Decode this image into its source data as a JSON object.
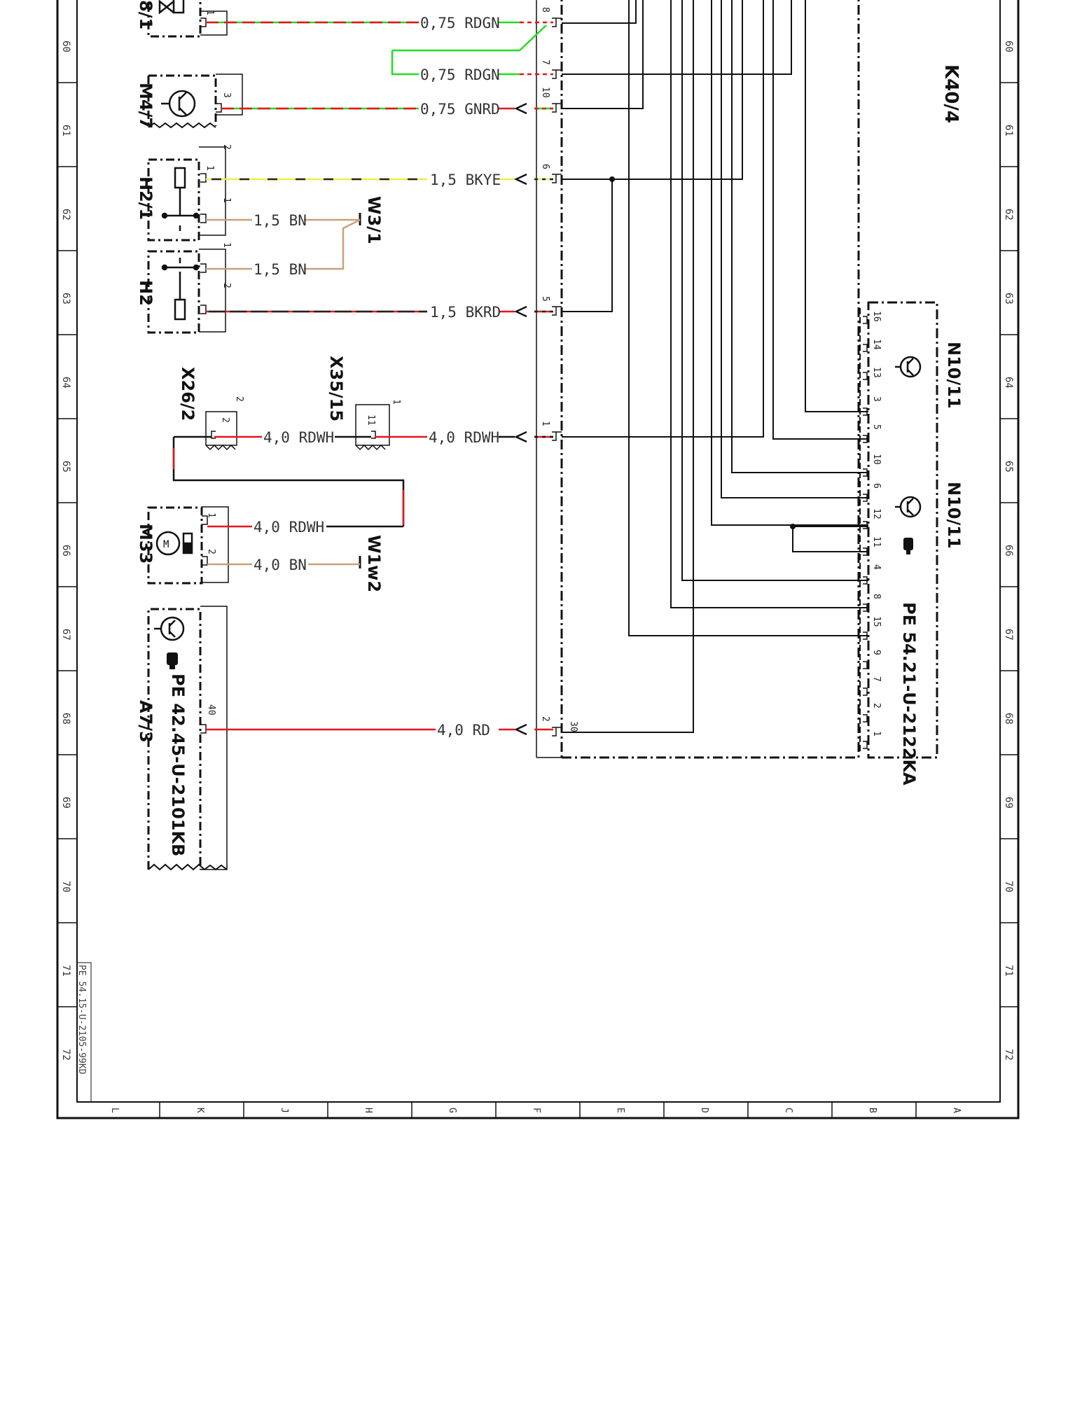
{
  "sheet": {
    "footer_reference": "PE 54.15-U-2105-99KD",
    "row_numbers": [
      "60",
      "61",
      "62",
      "63",
      "64",
      "65",
      "66",
      "67",
      "68",
      "69",
      "70",
      "71",
      "72"
    ],
    "column_letters": [
      "L",
      "K",
      "J",
      "H",
      "G",
      "F",
      "E",
      "D",
      "C",
      "B",
      "A"
    ]
  },
  "components": {
    "y8_1": "8/1",
    "m4_7": "M4/7",
    "h2_1": "H2/1",
    "h2": "H2",
    "w3_1": "W3/1",
    "x26_2": "X26/2",
    "x35_15": "X35/15",
    "m33": "M33",
    "w1w2": "W1w2",
    "a7_3": "A7/3",
    "a7_3_ref": "PE 42.45-U-2101KB",
    "k40_4": "K40/4",
    "n10_11_a": "N10/11",
    "n10_11_b": "N10/11",
    "n10_11_ref": "PE 54.21-U-2122KA"
  },
  "wires": {
    "w_y8_1": "0,75 RDGN",
    "w_pin7": "0,75 RDGN",
    "w_m4_7": "0,75 GNRD",
    "w_h2_1_top": "1,5 BKYE",
    "w_h2_1_bn": "1,5 BN",
    "w_h2_bn": "1,5 BN",
    "w_h2_bkrd": "1,5 BKRD",
    "w_x26_2": "4,0 RDWH",
    "w_x35_15": "4,0 RDWH",
    "w_m33_1": "4,0 RDWH",
    "w_m33_2": "4,0 BN",
    "w_a7_3": "4,0 RD"
  },
  "pins": {
    "y8_1_1": "1",
    "m4_7_3": "3",
    "h2_1_2": "2",
    "h2_1_1": "1",
    "h2_1": "1",
    "h2_2": "2",
    "x26_2_outer": "2",
    "x26_2_inner": "2",
    "x35_15_outer": "1",
    "x35_15_inner": "11",
    "m33_1": "1",
    "m33_2": "2",
    "a7_3_40": "40",
    "k40_8": "8",
    "k40_7": "7",
    "k40_10": "10",
    "k40_6": "6",
    "k40_5": "5",
    "k40_1": "1",
    "k40_2": "2",
    "k40_30": "30",
    "n10": [
      "16",
      "14",
      "13",
      "3",
      "5",
      "10",
      "6",
      "12",
      "11",
      "4",
      "8",
      "15",
      "9",
      "7",
      "2",
      "1"
    ]
  },
  "colors": {
    "red": "#e8141a",
    "green": "#22dd22",
    "yellow": "#f0ee4a",
    "brown": "#c8a27a",
    "frame": "#111111"
  }
}
